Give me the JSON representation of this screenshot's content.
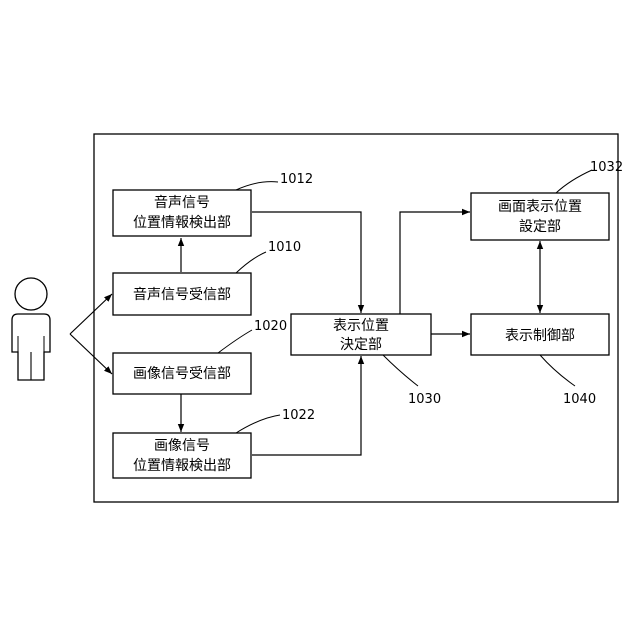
{
  "blocks": {
    "audio_pos": {
      "line1": "音声信号",
      "line2": "位置情報検出部",
      "ref": "1012"
    },
    "audio_recv": {
      "line1": "音声信号受信部",
      "ref": "1010"
    },
    "image_recv": {
      "line1": "画像信号受信部",
      "ref": "1020"
    },
    "image_pos": {
      "line1": "画像信号",
      "line2": "位置情報検出部",
      "ref": "1022"
    },
    "display_pos": {
      "line1": "表示位置",
      "line2": "決定部",
      "ref": "1030"
    },
    "screen_set": {
      "line1": "画面表示位置",
      "line2": "設定部",
      "ref": "1032"
    },
    "display_ctrl": {
      "line1": "表示制御部",
      "ref": "1040"
    }
  },
  "colors": {
    "line": "#000000",
    "background": "#ffffff"
  },
  "icons": {
    "person": "person-icon"
  }
}
